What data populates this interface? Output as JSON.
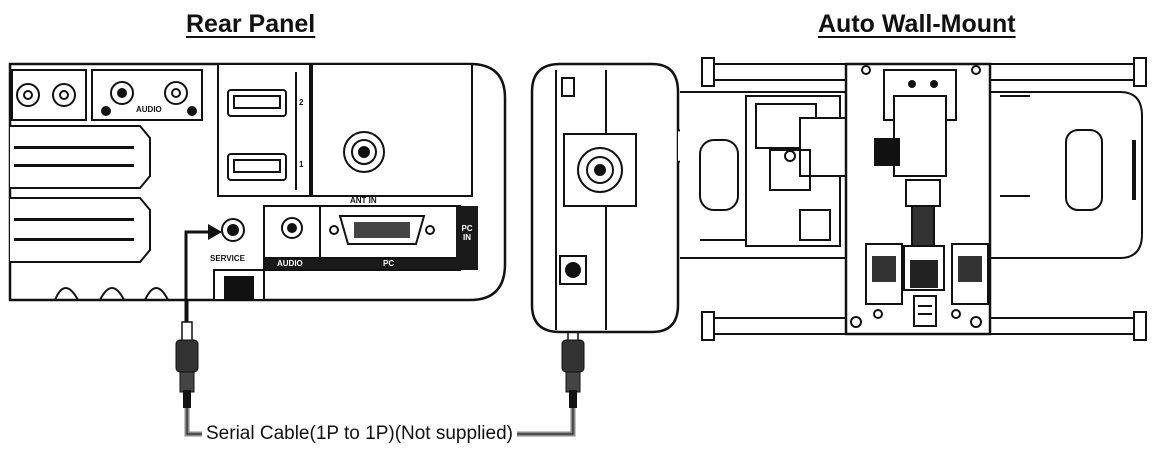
{
  "headings": {
    "rear_panel": "Rear Panel",
    "auto_wall_mount": "Auto Wall-Mount"
  },
  "rear_panel_labels": {
    "audio_top": "AUDIO",
    "hdmi_2": "2",
    "hdmi_1": "1",
    "ant_in": "ANT IN",
    "service": "SERVICE",
    "audio": "AUDIO",
    "pc": "PC",
    "pc_in": "PC IN"
  },
  "cable_label": "Serial Cable(1P to 1P)(Not supplied)",
  "colors": {
    "line": "#111111",
    "panel_fill": "#ffffff",
    "dark_band": "#1a1a1a",
    "cable_grey": "#8a8a8a"
  }
}
